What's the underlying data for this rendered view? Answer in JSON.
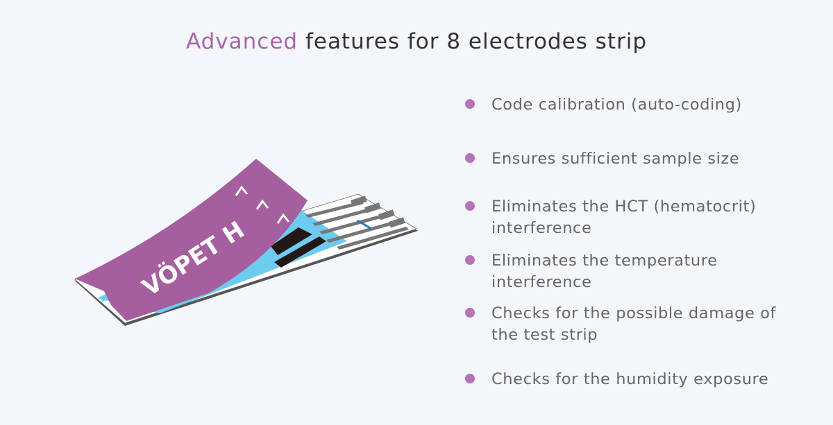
{
  "title": {
    "accent": "Advanced",
    "rest": "features for 8 electrodes strip"
  },
  "product": {
    "brand_text": "VÖPET H"
  },
  "features": [
    "Code calibration (auto-coding)",
    "Ensures sufficient sample size",
    "Eliminates the HCT (hematocrit) interference",
    "Eliminates the temperature interference",
    "Checks for the possible damage of the test strip",
    "Checks for the humidity exposure"
  ],
  "colors": {
    "accent": "#a866a8",
    "bullet": "#b574b5",
    "flap": "#a55e9e",
    "blue": "#6ecbf0"
  }
}
